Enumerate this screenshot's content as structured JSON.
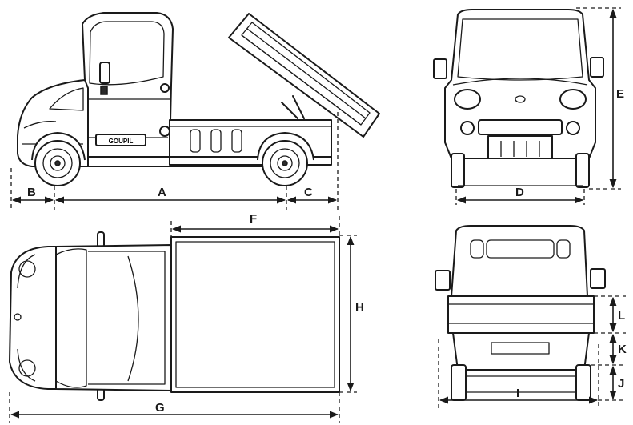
{
  "labels": {
    "A": "A",
    "B": "B",
    "C": "C",
    "D": "D",
    "E": "E",
    "F": "F",
    "G": "G",
    "H": "H",
    "I": "I",
    "J": "J",
    "K": "K",
    "L": "L"
  },
  "side_badge": "GOUPIL",
  "colors": {
    "line": "#1a1a1a",
    "background": "#ffffff"
  }
}
